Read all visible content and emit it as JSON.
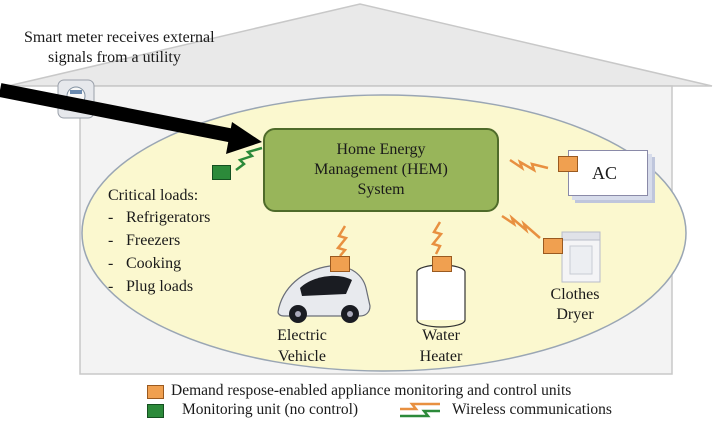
{
  "house": {
    "meter_caption_line1": "Smart meter receives external",
    "meter_caption_line2": "signals from a utility"
  },
  "hem": {
    "line1": "Home Energy",
    "line2": "Management (HEM)",
    "line3": "System"
  },
  "critical_loads": {
    "heading": "Critical loads:",
    "items": [
      "Refrigerators",
      "Freezers",
      "Cooking",
      "Plug loads"
    ],
    "bullet": "-"
  },
  "appliances": {
    "ac": "AC",
    "dryer_line1": "Clothes",
    "dryer_line2": "Dryer",
    "ev_line1": "Electric",
    "ev_line2": "Vehicle",
    "wh_line1": "Water",
    "wh_line2": "Heater"
  },
  "legend": {
    "demand_response": "Demand respose-enabled appliance monitoring and control units",
    "monitoring": "Monitoring unit (no control)",
    "wireless": "Wireless communications"
  },
  "colors": {
    "hem_fill": "#98b55a",
    "ellipse_fill": "#fbf8cf",
    "control_unit": "#f0a050",
    "monitor_unit": "#2c8a3a",
    "roof": "#e9e9e9"
  }
}
